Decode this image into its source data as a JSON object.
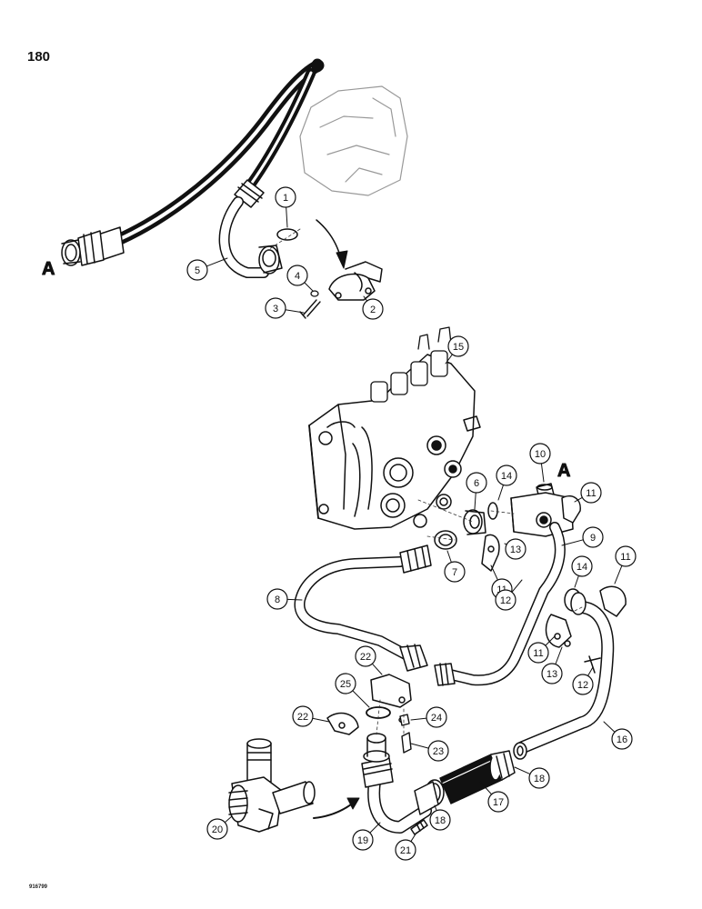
{
  "page_number": "180",
  "reference_code": "916799",
  "connection_letters": [
    "A",
    "A"
  ],
  "callouts": [
    {
      "n": "1"
    },
    {
      "n": "2"
    },
    {
      "n": "3"
    },
    {
      "n": "4"
    },
    {
      "n": "5"
    },
    {
      "n": "6"
    },
    {
      "n": "7"
    },
    {
      "n": "8"
    },
    {
      "n": "9"
    },
    {
      "n": "10"
    },
    {
      "n": "11"
    },
    {
      "n": "11"
    },
    {
      "n": "11"
    },
    {
      "n": "11"
    },
    {
      "n": "12"
    },
    {
      "n": "12"
    },
    {
      "n": "13"
    },
    {
      "n": "13"
    },
    {
      "n": "14"
    },
    {
      "n": "14"
    },
    {
      "n": "15"
    },
    {
      "n": "16"
    },
    {
      "n": "17"
    },
    {
      "n": "18"
    },
    {
      "n": "18"
    },
    {
      "n": "19"
    },
    {
      "n": "20"
    },
    {
      "n": "21"
    },
    {
      "n": "22"
    },
    {
      "n": "22"
    },
    {
      "n": "23"
    },
    {
      "n": "24"
    },
    {
      "n": "25"
    }
  ]
}
